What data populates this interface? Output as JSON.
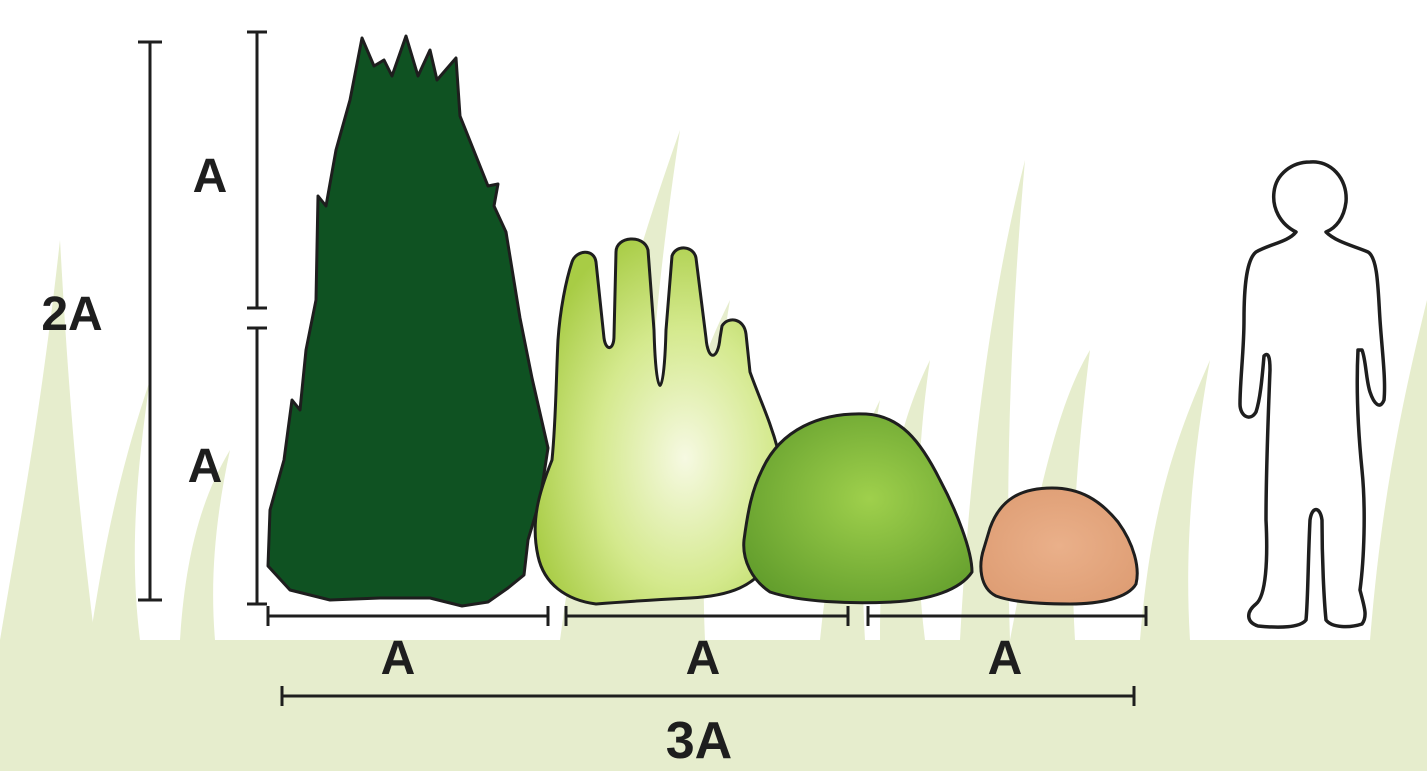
{
  "colors": {
    "background": "#ffffff",
    "grass": "#e9efd3",
    "grass_blade": "#e3ebc8",
    "conifer": "#0f5222",
    "shrub_light": "#b8d85c",
    "shrub_light_center": "#f6f9e2",
    "shrub_medium": "#6fae35",
    "shrub_medium_center": "#9fd04c",
    "shrub_orange": "#e3a47c",
    "outline": "#1e1e1e",
    "dimension_line": "#1e1e1e",
    "person_fill": "#ffffff"
  },
  "labels": {
    "vertical_top": "A",
    "vertical_bottom": "A",
    "vertical_total": "2A",
    "horizontal_1": "A",
    "horizontal_2": "A",
    "horizontal_3": "A",
    "horizontal_total": "3A"
  },
  "icons": {
    "person": "person-outline-icon"
  }
}
